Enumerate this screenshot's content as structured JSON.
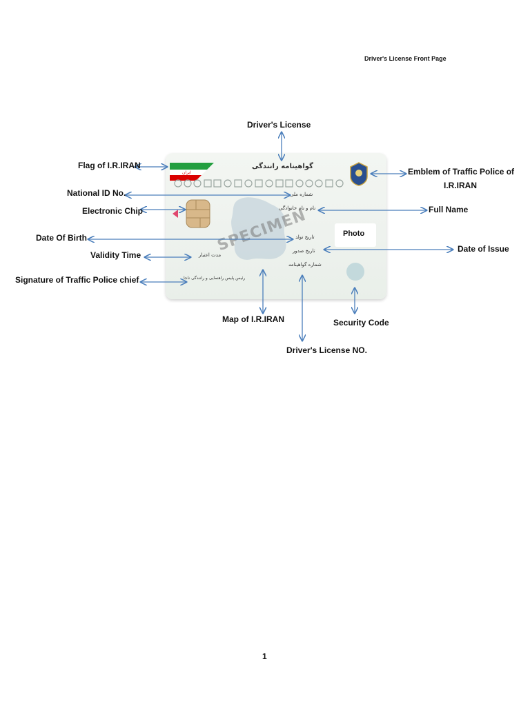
{
  "page_header": "Driver's License Front Page",
  "page_number": "1",
  "card": {
    "title_fa": "گواهینامه رانندگی",
    "national_id_fa": "شماره ملی",
    "full_name_fa": "نام و نام خانوادگی",
    "date_of_birth_fa": "تاریخ تولد",
    "date_of_issue_fa": "تاریخ صدور",
    "license_no_fa": "شماره گواهینامه",
    "validity_fa": "مدت اعتبار",
    "signature_fa": "رئیس پلیس راهنمایی و رانندگی ناجا",
    "specimen": "SPECIMEN",
    "photo": "Photo"
  },
  "labels": {
    "drivers_license": "Driver's License",
    "flag": "Flag of I.R.IRAN",
    "national_id": "National ID No.",
    "electronic_chip": "Electronic Chip",
    "date_of_birth": "Date Of Birth",
    "validity_time": "Validity Time",
    "signature": "Signature of Traffic Police chief",
    "emblem_line1": "Emblem of Traffic Police of",
    "emblem_line2": "I.R.IRAN",
    "full_name": "Full Name",
    "date_of_issue": "Date of Issue",
    "security_code": "Security Code",
    "map": "Map of I.R.IRAN",
    "license_no": "Driver's License NO."
  },
  "colors": {
    "arrow": "#4a7ebb",
    "flag_green": "#239f40",
    "flag_red": "#da0000"
  }
}
